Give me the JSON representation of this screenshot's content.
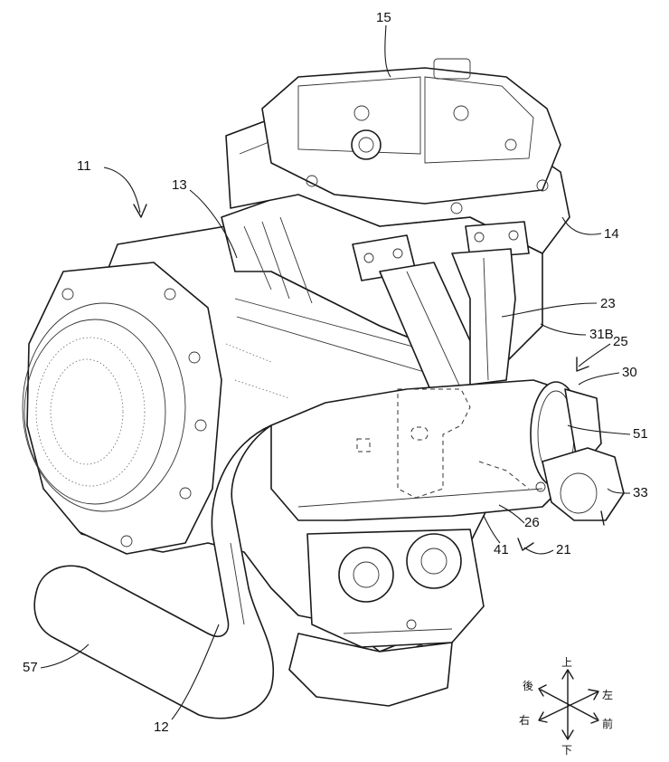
{
  "references": {
    "r15": "15",
    "r11": "11",
    "r13": "13",
    "r14": "14",
    "r23": "23",
    "r31b": "31B",
    "r25": "25",
    "r30": "30",
    "r51": "51",
    "r33": "33",
    "r26": "26",
    "r41": "41",
    "r21": "21",
    "r57": "57",
    "r12": "12"
  },
  "direction_indicator": {
    "up": "上",
    "down": "下",
    "rear": "後",
    "left": "左",
    "right": "右",
    "front": "前"
  }
}
